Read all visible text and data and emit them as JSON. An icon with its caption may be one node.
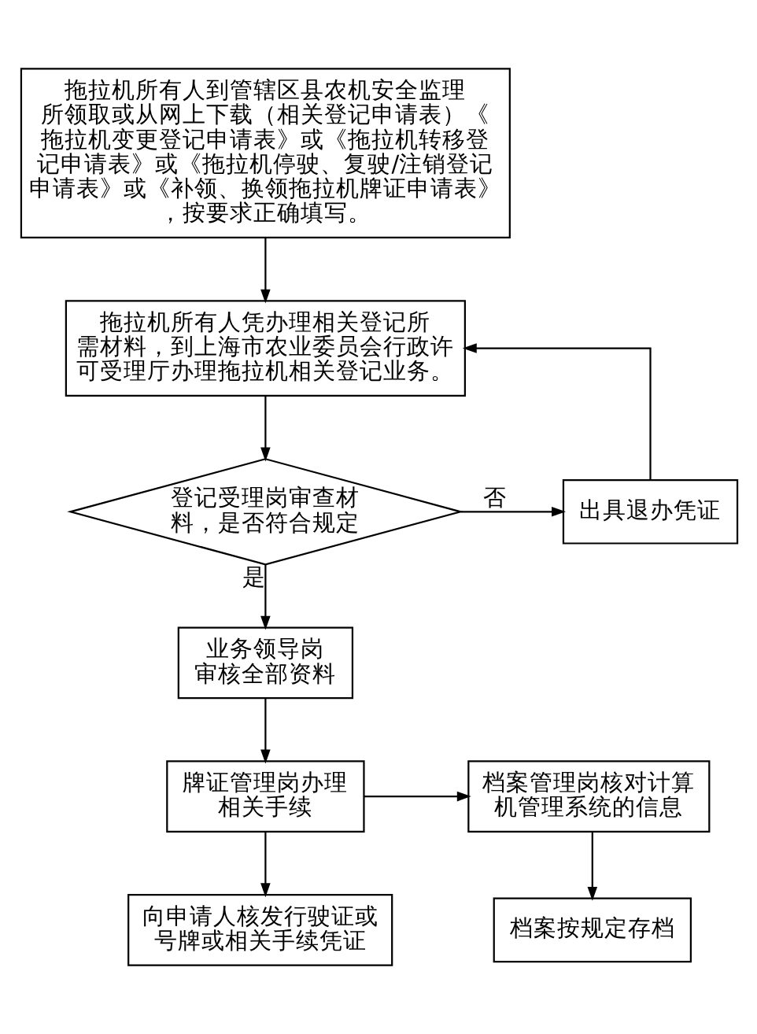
{
  "diagram": {
    "nodes": [
      {
        "text": [
          "拖拉机所有人到管辖区县农机安全监理所领取或从网上下载（相关登记申请表）《拖拉机变更登记申请表》或《拖拉机转移登记申请表》或《拖拉机停驶、复驶/注销登记申请表》或《补领、换领拖拉机牌证申请表》，按要求正确填写。"
        ]
      },
      {
        "text": [
          "拖拉机所有人凭办理相关登记所需材料，到上海市农业委员会行政许可受理厅办理拖拉机相关登记业务。"
        ]
      },
      {
        "text": [
          "登记受理岗审查材料，是否符合规定"
        ]
      },
      {
        "text": [
          "出具退办凭证"
        ]
      },
      {
        "text": [
          "业务领导岗审核全部资料"
        ]
      },
      {
        "text": [
          "牌证管理岗办理相关手续"
        ]
      },
      {
        "text": [
          "档案管理岗核对计算机管理系统的信息"
        ]
      },
      {
        "text": [
          "向申请人核发行驶证或号牌或相关手续凭证"
        ]
      },
      {
        "text": [
          "档案按规定存档"
        ]
      }
    ],
    "edges": [
      {
        "from": 0,
        "to": 1,
        "arrow": "to"
      },
      {
        "from": 1,
        "to": 2,
        "arrow": "to"
      },
      {
        "from": 2,
        "to": 3,
        "arrow": "to",
        "label": "否"
      },
      {
        "from": 3,
        "to": 1,
        "arrow": "to"
      },
      {
        "from": 2,
        "to": 4,
        "arrow": "to",
        "label": "是"
      },
      {
        "from": 4,
        "to": 5,
        "arrow": "to"
      },
      {
        "from": 5,
        "to": 6,
        "arrow": "to"
      },
      {
        "from": 5,
        "to": 7,
        "arrow": "to"
      },
      {
        "from": 6,
        "to": 8,
        "arrow": "to"
      }
    ]
  }
}
